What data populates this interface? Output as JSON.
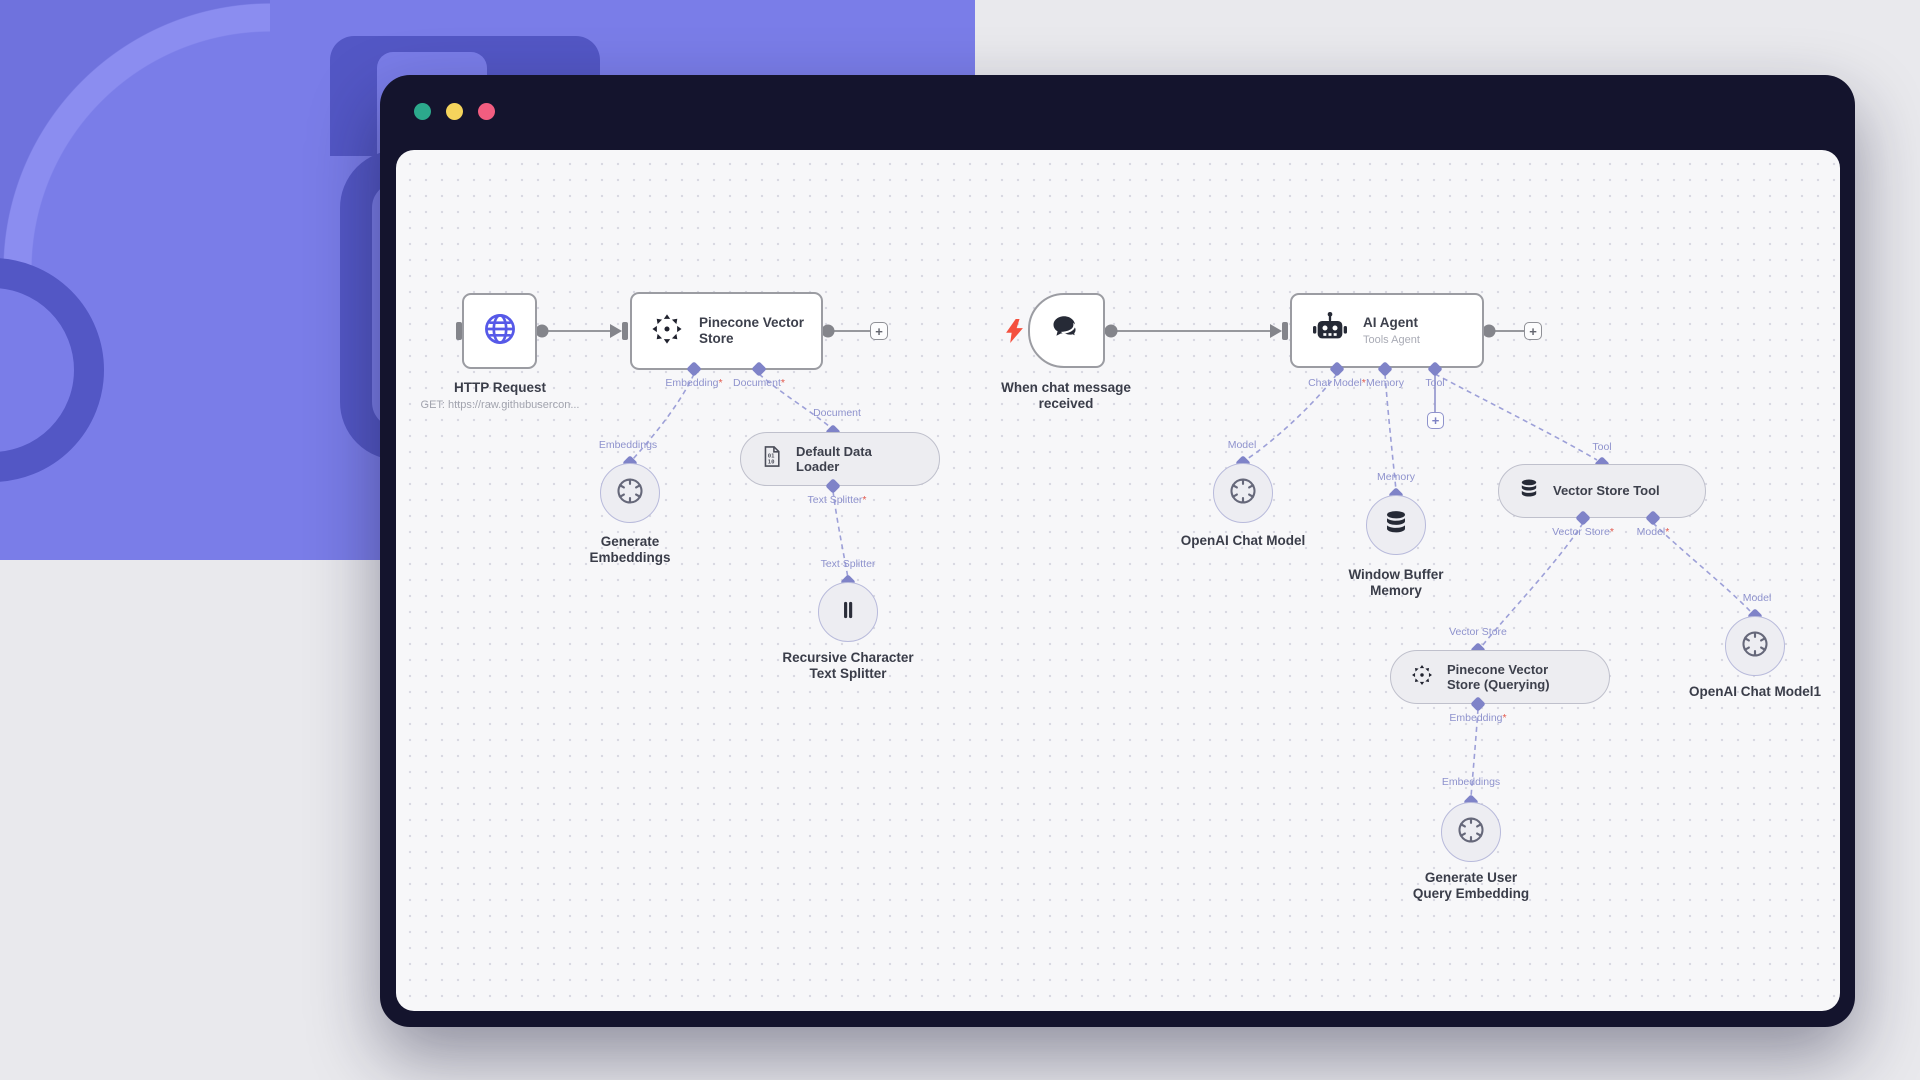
{
  "glyphs": {
    "plus": "+"
  },
  "colors": {
    "window_frame": "#14142d",
    "canvas_bg": "#f7f7f9",
    "background_purple": "#7a7de8",
    "decor_purple": "#5357c5",
    "connector_purple": "#7f83c8",
    "connector_label": "#8e92cd",
    "required_asterisk": "#e2574b",
    "node_border": "#9b9ca2",
    "trigger_bolt_red": "#f4503e",
    "traffic_green": "#2ca98c",
    "traffic_yellow": "#f5d45c",
    "traffic_red": "#f25d80"
  },
  "ingest": {
    "http_title": "HTTP Request",
    "http_subtitle": "GET: https://raw.githubusercon...",
    "pinecone_title": "Pinecone Vector Store",
    "port_embedding": "Embedding",
    "port_document": "Document",
    "required_marker": "*",
    "label_embeddings": "Embeddings",
    "generate_embeddings_title": "Generate Embeddings",
    "label_document": "Document",
    "data_loader_title": "Default Data Loader",
    "port_text_splitter": "Text Splitter",
    "label_text_splitter": "Text Splitter",
    "splitter_title": "Recursive Character Text Splitter"
  },
  "chat": {
    "trigger_title": "When chat message received",
    "agent_title": "AI Agent",
    "agent_subtitle": "Tools Agent",
    "port_chat_model": "Chat Model",
    "port_memory": "Memory",
    "port_tool": "Tool",
    "required_marker": "*",
    "label_model": "Model",
    "openai_chat_model_title": "OpenAI Chat Model",
    "label_memory": "Memory",
    "window_buffer_title": "Window Buffer Memory",
    "label_tool": "Tool",
    "vector_store_tool_title": "Vector Store Tool",
    "port_vector_store": "Vector Store",
    "port_model": "Model",
    "label_vector_store": "Vector Store",
    "pinecone_querying_title": "Pinecone Vector Store (Querying)",
    "port_embedding": "Embedding",
    "label_embeddings": "Embeddings",
    "query_embedding_title": "Generate User Query Embedding",
    "label_model2": "Model",
    "openai_chat_model1_title": "OpenAI Chat Model1"
  }
}
